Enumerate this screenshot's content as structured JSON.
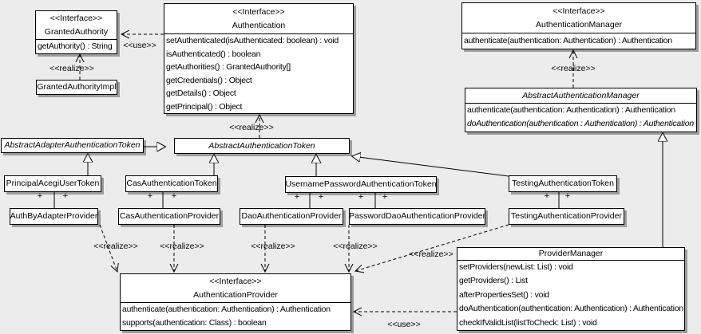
{
  "colors": {
    "background": "#ececec",
    "box_fill": "#ffffff",
    "line": "#000000",
    "shadow": "#9c9c9c"
  },
  "classes": {
    "granted_authority": {
      "stereotype": "<<Interface>>",
      "name": "GrantedAuthority",
      "methods": [
        "getAuthority() : String"
      ]
    },
    "granted_authority_impl": {
      "name": "GrantedAuthorityImpl"
    },
    "authentication": {
      "stereotype": "<<Interface>>",
      "name": "Authentication",
      "methods": [
        "setAuthenticated(isAuthenticated: boolean) : void",
        "isAuthenticated() : boolean",
        "getAuthorities() : GrantedAuthority[]",
        "getCredentials() : Object",
        "getDetails() : Object",
        "getPrincipal() : Object"
      ]
    },
    "authentication_manager": {
      "stereotype": "<<Interface>>",
      "name": "AuthenticationManager",
      "methods": [
        "authenticate(authentication: Authentication) : Authentication"
      ]
    },
    "abstract_authentication_manager": {
      "name": "AbstractAuthenticationManager",
      "methods": [
        "authenticate(authentication: Authentication) : Authentication",
        "doAuthentication(authentication : Authentication) : Authentication"
      ]
    },
    "abstract_adapter_authentication_token": {
      "name": "AbstractAdapterAuthenticationToken"
    },
    "abstract_authentication_token": {
      "name": "AbstractAuthenticationToken"
    },
    "principal_acegi_user_token": {
      "name": "PrincipalAcegiUserToken"
    },
    "cas_authentication_token": {
      "name": "CasAuthenticationToken"
    },
    "username_password_authentication_token": {
      "name": "UsernamePasswordAuthenticationToken"
    },
    "testing_authentication_token": {
      "name": "TestingAuthenticationToken"
    },
    "auth_by_adapter_provider": {
      "name": "AuthByAdapterProvider"
    },
    "cas_authentication_provider": {
      "name": "CasAuthenticationProvider"
    },
    "dao_authentication_provider": {
      "name": "DaoAuthenticationProvider"
    },
    "password_dao_authentication_provider": {
      "name": "PasswordDaoAuthenticationProvider"
    },
    "testing_authentication_provider": {
      "name": "TestingAuthenticationProvider"
    },
    "authentication_provider": {
      "stereotype": "<<Interface>>",
      "name": "AuthenticationProvider",
      "methods": [
        "authenticate(authentication: Authentication) : Authentication",
        "supports(authentication: Class) : boolean"
      ]
    },
    "provider_manager": {
      "name": "ProviderManager",
      "methods": [
        "setProviders(newList: List) : void",
        "getProviders() : List",
        "afterPropertiesSet() : void",
        "doAuthentication(authentication: Authentication) : Authentication",
        "checkIfValidList(listToCheck: List) : void"
      ]
    }
  },
  "edge_labels": {
    "use_granted": "<<use>>",
    "realize_granted": "<<realize>>",
    "realize_token_auth": "<<realize>>",
    "realize_abstract_manager": "<<realize>>",
    "realize_auth_by_adapter": "<<realize>>",
    "realize_cas": "<<realize>>",
    "realize_dao": "<<realize>>",
    "realize_password_dao": "<<realize>>",
    "realize_testing": "<<realize>>",
    "use_provider_manager": "<<use>>",
    "plus": "+"
  }
}
